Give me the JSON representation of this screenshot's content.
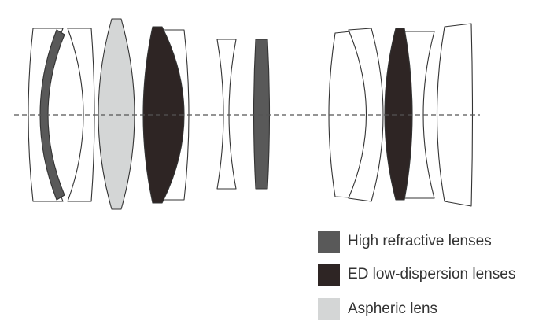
{
  "colors": {
    "outline": "#333333",
    "axis": "#555555",
    "high_refractive": "#595959",
    "ed_low_dispersion": "#2e2524",
    "aspheric": "#d4d6d6",
    "plain_glass": "#ffffff"
  },
  "legend": {
    "items": [
      {
        "label": "High refractive lenses",
        "color_key": "high_refractive"
      },
      {
        "label": "ED low-dispersion lenses",
        "color_key": "ed_low_dispersion"
      },
      {
        "label": "Aspheric lens",
        "color_key": "aspheric"
      }
    ]
  }
}
